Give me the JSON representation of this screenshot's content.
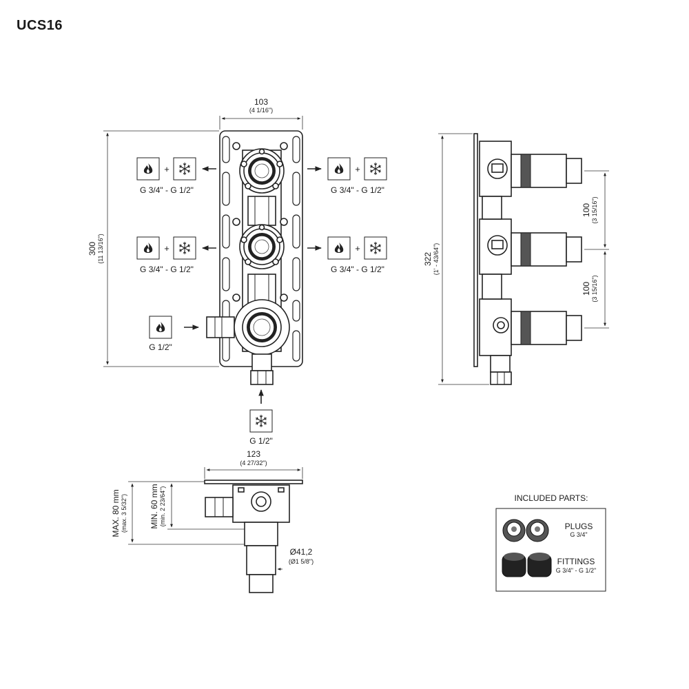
{
  "title": "UCS16",
  "icons": {
    "hot": "flame-icon",
    "cold": "snowflake-icon",
    "plus": "+"
  },
  "front_view": {
    "width_dim": "103",
    "width_dim_imperial": "(4 1/16\")",
    "height_dim": "300",
    "height_dim_imperial": "(11 13/16\")",
    "connections": {
      "upper_left": "G 3/4\" - G 1/2\"",
      "upper_right": "G 3/4\" - G 1/2\"",
      "middle_left": "G 3/4\" - G 1/2\"",
      "middle_right": "G 3/4\" - G 1/2\"",
      "hot_inlet": "G 1/2\"",
      "cold_inlet": "G 1/2\""
    }
  },
  "side_view": {
    "height_dim": "322",
    "height_dim_imperial": "(1' - 43/64\")",
    "spacing_top": "100",
    "spacing_top_imperial": "(3 15/16\")",
    "spacing_bottom": "100",
    "spacing_bottom_imperial": "(3 15/16\")"
  },
  "top_view": {
    "width_dim": "123",
    "width_dim_imperial": "(4 27/32\")",
    "max_depth": "MAX. 80 mm",
    "max_depth_imperial": "(max. 3 5/32\")",
    "min_depth": "MIN. 60 mm",
    "min_depth_imperial": "(min. 2 23/64\")",
    "diameter": "Ø41,2",
    "diameter_imperial": "(Ø1 5/8\")"
  },
  "included_parts": {
    "heading": "INCLUDED PARTS:",
    "plugs_label": "PLUGS",
    "plugs_size": "G 3/4\"",
    "fittings_label": "FITTINGS",
    "fittings_size": "G 3/4\" - G 1/2\""
  }
}
